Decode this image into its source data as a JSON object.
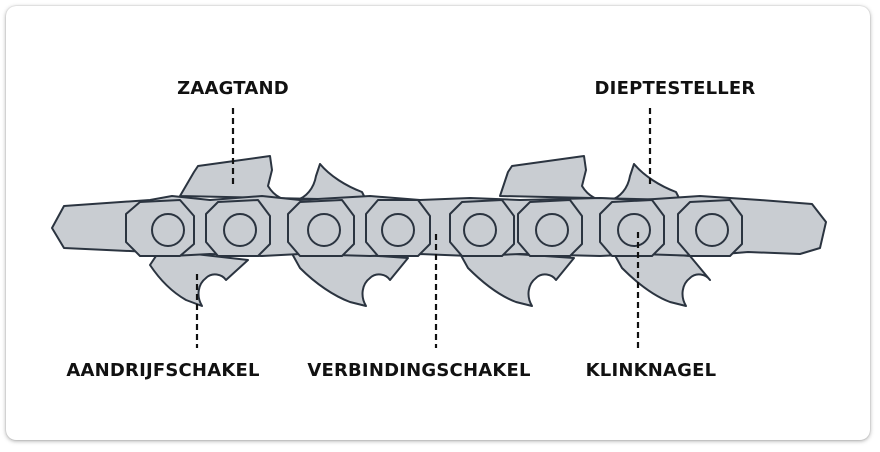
{
  "labels": {
    "zaagtand": "ZAAGTAND",
    "dieptesteller": "DIEPTESTELLER",
    "aandrijfschakel": "AANDRIJFSCHAKEL",
    "verbindingschakel": "VERBINDINGSCHAKEL",
    "klinknagel": "KLINKNAGEL"
  },
  "colors": {
    "metal": "#c9cdd2",
    "outline": "#2b3440",
    "text": "#111111"
  }
}
